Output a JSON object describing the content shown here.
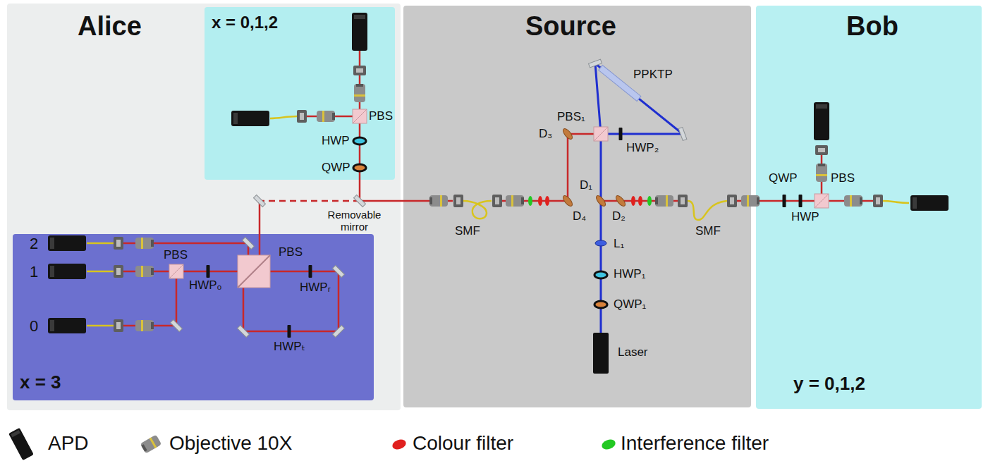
{
  "diagram": {
    "nodes": [
      {
        "text": [
          "Alice"
        ]
      },
      {
        "text": [
          "x = 0,1,2"
        ],
        "in": 0
      },
      {
        "text": [
          "x = 3"
        ],
        "in": 0
      },
      {
        "text": [
          "Source"
        ]
      },
      {
        "text": [
          "Bob",
          "y = 0,1,2"
        ]
      }
    ],
    "labels": [
      "PBS",
      "HWP",
      "QWP",
      "Removable mirror",
      "2",
      "1",
      "0",
      "PBS",
      "PBS",
      "HWPₒ",
      "HWPᵣ",
      "HWPₜ",
      "PBS₁",
      "PPKTP",
      "HWP₂",
      "D₃",
      "D₁",
      "D₄",
      "D₂",
      "SMF",
      "L₁",
      "HWP₁",
      "QWP₁",
      "Laser",
      "SMF",
      "QWP",
      "PBS",
      "HWP"
    ],
    "legend": [
      {
        "text": "APD"
      },
      {
        "text": "Objective 10X"
      },
      {
        "text": "Colour filter",
        "color": "#e0201e"
      },
      {
        "text": "Interference filter",
        "color": "#22c822"
      }
    ]
  }
}
